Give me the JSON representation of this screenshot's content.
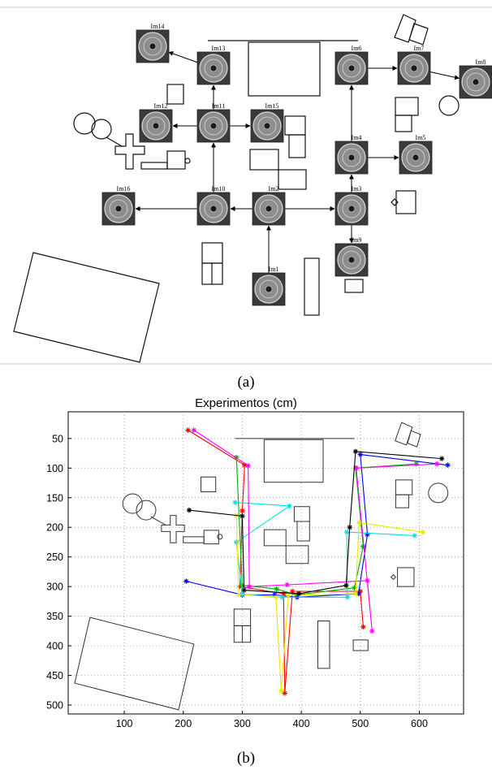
{
  "panel_a": {
    "caption": "(a)",
    "thumbnails": [
      {
        "id": "im1",
        "label": "Im1"
      },
      {
        "id": "im2",
        "label": "Im2"
      },
      {
        "id": "im3",
        "label": "Im3"
      },
      {
        "id": "im4",
        "label": "Im4"
      },
      {
        "id": "im5",
        "label": "Im5"
      },
      {
        "id": "im6",
        "label": "Im6"
      },
      {
        "id": "im7",
        "label": "Im7"
      },
      {
        "id": "im8",
        "label": "Im8"
      },
      {
        "id": "im9",
        "label": "Im9"
      },
      {
        "id": "im10",
        "label": "Im10"
      },
      {
        "id": "im11",
        "label": "Im11"
      },
      {
        "id": "im12",
        "label": "Im12"
      },
      {
        "id": "im13",
        "label": "Im13"
      },
      {
        "id": "im14",
        "label": "Im14"
      },
      {
        "id": "im15",
        "label": "Im15"
      },
      {
        "id": "im16",
        "label": "Im16"
      }
    ],
    "links": [
      [
        "im1",
        "im2"
      ],
      [
        "im2",
        "im3"
      ],
      [
        "im2",
        "im10"
      ],
      [
        "im3",
        "im9"
      ],
      [
        "im3",
        "im4"
      ],
      [
        "im4",
        "im5"
      ],
      [
        "im4",
        "im6"
      ],
      [
        "im6",
        "im7"
      ],
      [
        "im7",
        "im8"
      ],
      [
        "im10",
        "im16"
      ],
      [
        "im10",
        "im11"
      ],
      [
        "im11",
        "im12"
      ],
      [
        "im11",
        "im15"
      ],
      [
        "im11",
        "im13"
      ],
      [
        "im13",
        "im14"
      ]
    ]
  },
  "panel_b": {
    "caption": "(b)"
  },
  "chart_data": {
    "type": "line",
    "title": "Experimentos (cm)",
    "xlabel": "",
    "ylabel": "",
    "xlim": [
      5,
      675
    ],
    "ylim": [
      515,
      5
    ],
    "y_axis_inverted": true,
    "xticks": [
      100,
      200,
      300,
      400,
      500,
      600
    ],
    "yticks": [
      50,
      100,
      150,
      200,
      250,
      300,
      350,
      400,
      450,
      500
    ],
    "grid": true,
    "marker": "asterisk",
    "series": [
      {
        "color": "#ff0000",
        "points": [
          [
            208,
            36
          ],
          [
            304,
            95
          ],
          [
            300,
            172
          ],
          [
            296,
            300
          ],
          [
            370,
            312
          ],
          [
            372,
            480
          ],
          [
            385,
            308
          ],
          [
            500,
            308
          ],
          [
            505,
            368
          ]
        ]
      },
      {
        "color": "#00b000",
        "points": [
          [
            290,
            82
          ],
          [
            300,
            298
          ],
          [
            358,
            304
          ],
          [
            392,
            314
          ],
          [
            490,
            302
          ],
          [
            505,
            232
          ],
          [
            492,
            100
          ],
          [
            595,
            93
          ]
        ]
      },
      {
        "color": "#0000ff",
        "points": [
          [
            205,
            291
          ],
          [
            300,
            314
          ],
          [
            355,
            314
          ],
          [
            393,
            318
          ],
          [
            497,
            312
          ],
          [
            512,
            212
          ],
          [
            500,
            77
          ],
          [
            648,
            95
          ]
        ]
      },
      {
        "color": "#00e0e0",
        "points": [
          [
            288,
            158
          ],
          [
            380,
            164
          ],
          [
            290,
            225
          ],
          [
            300,
            313
          ],
          [
            368,
            318
          ],
          [
            478,
            318
          ],
          [
            477,
            208
          ],
          [
            592,
            214
          ]
        ]
      },
      {
        "color": "#ff00ff",
        "points": [
          [
            218,
            36
          ],
          [
            310,
            96
          ],
          [
            312,
            300
          ],
          [
            376,
            297
          ],
          [
            512,
            290
          ],
          [
            520,
            375
          ],
          [
            493,
            100
          ],
          [
            630,
            93
          ]
        ]
      },
      {
        "color": "#e8e800",
        "points": [
          [
            290,
            180
          ],
          [
            294,
            313
          ],
          [
            357,
            318
          ],
          [
            366,
            476
          ],
          [
            378,
            315
          ],
          [
            492,
            312
          ],
          [
            498,
            192
          ],
          [
            606,
            208
          ]
        ]
      },
      {
        "color": "#000000",
        "points": [
          [
            210,
            171
          ],
          [
            300,
            181
          ],
          [
            303,
            306
          ],
          [
            396,
            312
          ],
          [
            476,
            298
          ],
          [
            482,
            200
          ],
          [
            492,
            72
          ],
          [
            638,
            84
          ]
        ]
      }
    ]
  }
}
